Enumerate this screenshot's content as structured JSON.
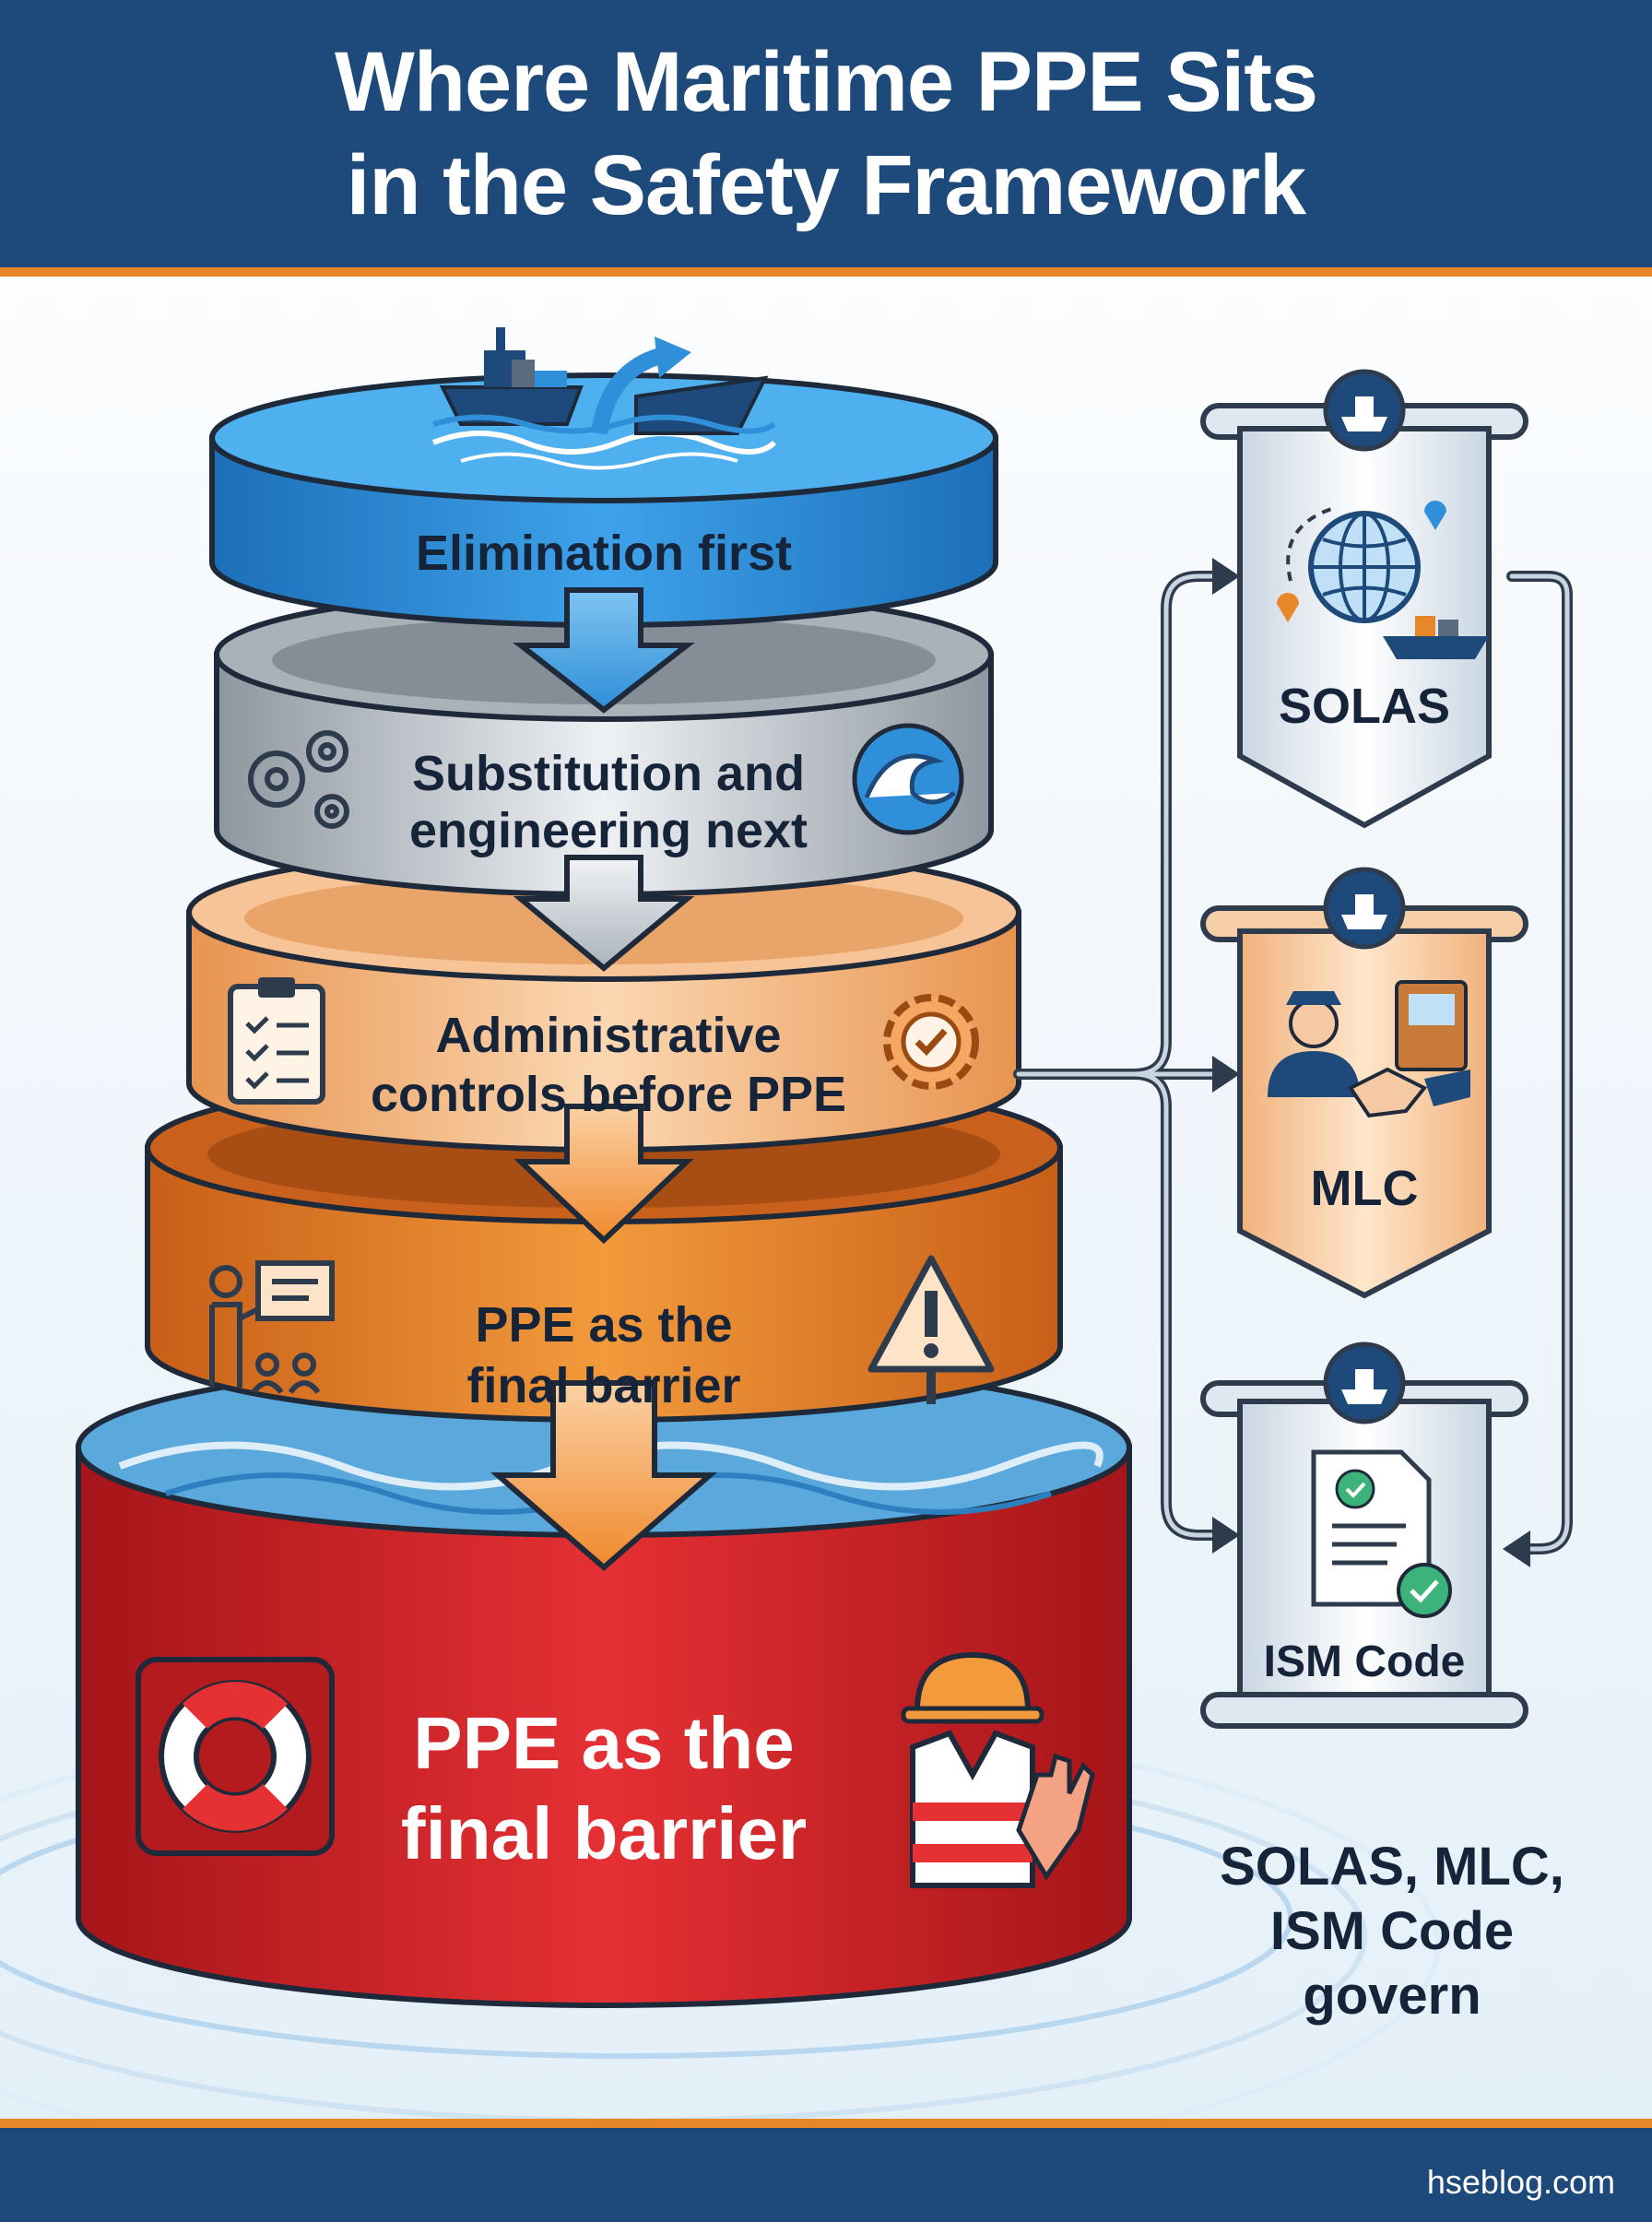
{
  "header": {
    "title_line1": "Where Maritime PPE Sits",
    "title_line2": "in the Safety Framework"
  },
  "tiers": [
    {
      "label": "Elimination first",
      "icons": [
        "ship-icon",
        "redirect-arrow-icon"
      ],
      "color": "#2f8fd8"
    },
    {
      "label_line1": "Substitution and",
      "label_line2": "engineering next",
      "icons": [
        "gears-icon",
        "wave-icon"
      ],
      "color": "#b7bec6"
    },
    {
      "label_line1": "Administrative",
      "label_line2": "controls before PPE",
      "icons": [
        "clipboard-checklist-icon",
        "gear-check-icon"
      ],
      "color": "#f3b27a"
    },
    {
      "label_line1": "PPE as the",
      "label_line2": "final barrier",
      "icons": [
        "training-presentation-icon",
        "warning-sign-icon"
      ],
      "color": "#e8862a"
    },
    {
      "label_line1": "PPE as the",
      "label_line2": "final barrier",
      "icons": [
        "lifebuoy-icon",
        "hardhat-vest-gloves-icon"
      ],
      "color": "#d9262b"
    }
  ],
  "regulations": [
    {
      "label": "SOLAS",
      "icon": "globe-route-ship-icon"
    },
    {
      "label": "MLC",
      "icon": "handshake-officer-icon"
    },
    {
      "label": "ISM Code",
      "icon": "certified-document-icon"
    }
  ],
  "summary": {
    "line1": "SOLAS, MLC,",
    "line2": "ISM Code",
    "line3": "govern"
  },
  "footer": {
    "site": "hseblog.com"
  },
  "colors": {
    "navy": "#1d4a7b",
    "orange_accent": "#e8862a",
    "blue": "#2f8fd8",
    "red": "#d9262b"
  }
}
